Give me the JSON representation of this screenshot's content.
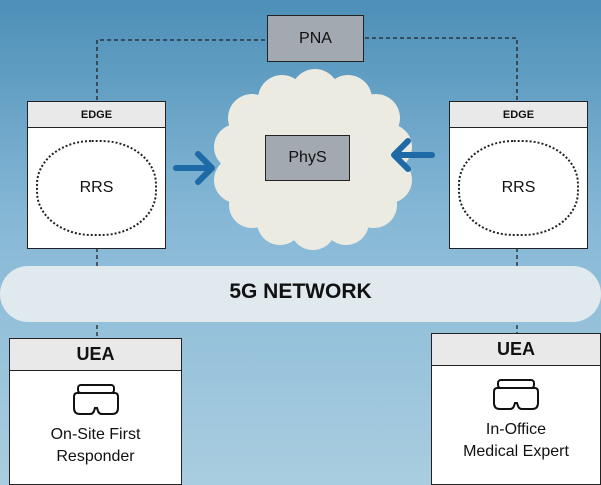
{
  "diagram": {
    "network_label": "5G NETWORK",
    "pna_label": "PNA",
    "phys_label": "PhyS",
    "edge_left": {
      "header": "EDGE",
      "rrs_label": "RRS"
    },
    "edge_right": {
      "header": "EDGE",
      "rrs_label": "RRS"
    },
    "uea_left": {
      "header": "UEA",
      "line1": "On-Site First",
      "line2": "Responder",
      "icon": "vr-headset-icon"
    },
    "uea_right": {
      "header": "UEA",
      "line1": "In-Office",
      "line2": "Medical Expert",
      "icon": "vr-headset-icon"
    }
  },
  "colors": {
    "background_top": "#4d8fb8",
    "background_bottom": "#a9cde0",
    "cloud": "#ecebe2",
    "grey_box": "#a2a9b1",
    "arrow": "#1e6aa6",
    "band": "#dfe9ee"
  }
}
